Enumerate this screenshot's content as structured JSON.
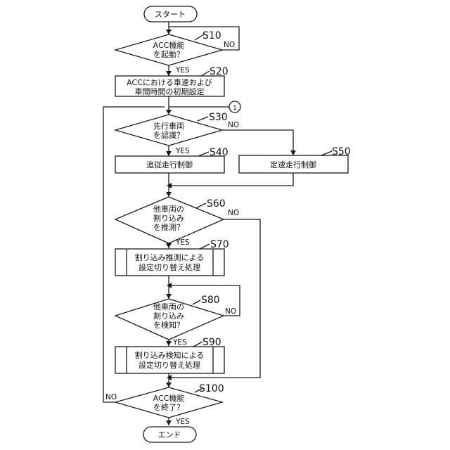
{
  "nodes": {
    "start": "スタート",
    "s10_line1": "ACC機能",
    "s10_line2": "を起動？",
    "s20_line1": "ACCにおける車速および",
    "s20_line2": "車間時間の初期設定",
    "s30_line1": "先行車両",
    "s30_line2": "を認識？",
    "s40": "追従走行制御",
    "s50": "定速走行制御",
    "s60_line1": "他車両の",
    "s60_line2": "割り込み",
    "s60_line3": "を推測？",
    "s70_line1": "割り込み推測による",
    "s70_line2": "設定切り替え処理",
    "s80_line1": "他車両の",
    "s80_line2": "割り込み",
    "s80_line3": "を検知？",
    "s90_line1": "割り込み検知による",
    "s90_line2": "設定切り替え処理",
    "s100_line1": "ACC機能",
    "s100_line2": "を終了？",
    "end": "エンド"
  },
  "step_labels": {
    "s10": "S10",
    "s20": "S20",
    "s30": "S30",
    "s40": "S40",
    "s50": "S50",
    "s60": "S60",
    "s70": "S70",
    "s80": "S80",
    "s90": "S90",
    "s100": "S100"
  },
  "branches": {
    "yes": "YES",
    "no": "NO"
  },
  "connector": "1"
}
